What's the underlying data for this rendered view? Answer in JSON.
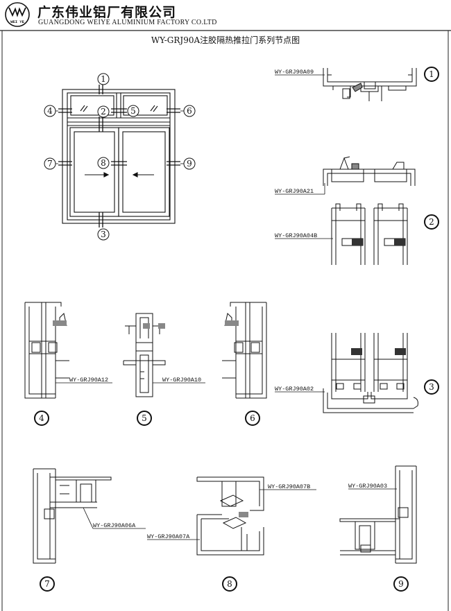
{
  "header": {
    "logo_text": "WEI YE",
    "company_cn": "广东伟业铝厂有限公司",
    "company_en": "GUANGDONG WEIYE ALUMINIUM FACTORY CO.LTD"
  },
  "title": "WY-GRJ90A注胶隔热推拉门系列节点图",
  "elevation": {
    "markers": [
      "1",
      "2",
      "3",
      "4",
      "5",
      "6",
      "7",
      "8",
      "9"
    ],
    "arrow_right": "→",
    "arrow_left": "←"
  },
  "details": [
    {
      "number": "1",
      "parts": [
        "WY-GRJ90A09"
      ]
    },
    {
      "number": "2",
      "parts": [
        "WY-GRJ90A21",
        "WY-GRJ90A04B"
      ]
    },
    {
      "number": "3",
      "parts": [
        "WY-GRJ90A02"
      ]
    },
    {
      "number": "4",
      "parts": [
        "WY-GRJ90A12"
      ]
    },
    {
      "number": "5",
      "parts": [
        "WY-GRJ90A10"
      ]
    },
    {
      "number": "6",
      "parts": []
    },
    {
      "number": "7",
      "parts": [
        "WY-GRJ90A06A"
      ]
    },
    {
      "number": "8",
      "parts": [
        "WY-GRJ90A07B",
        "WY-GRJ90A07A"
      ]
    },
    {
      "number": "9",
      "parts": [
        "WY-GRJ90A03"
      ]
    }
  ]
}
